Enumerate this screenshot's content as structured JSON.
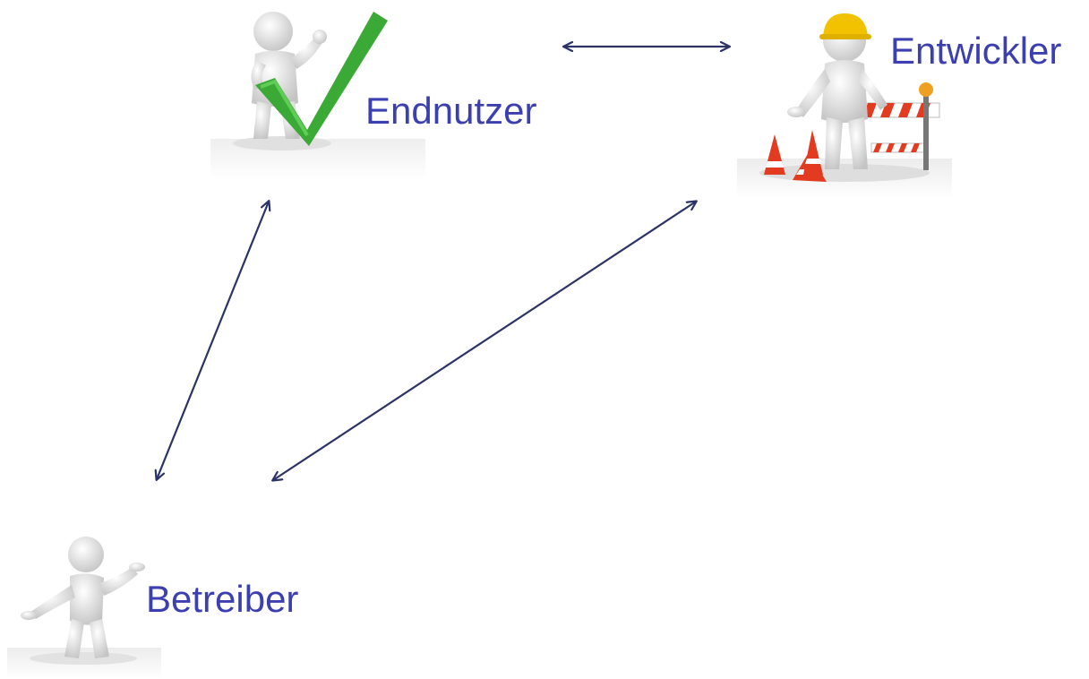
{
  "actors": {
    "endnutzer": {
      "label": "Endnutzer",
      "icon": "person-checkmark-icon"
    },
    "entwickler": {
      "label": "Entwickler",
      "icon": "construction-worker-icon"
    },
    "betreiber": {
      "label": "Betreiber",
      "icon": "person-presenting-icon"
    }
  },
  "connections": [
    {
      "from": "Endnutzer",
      "to": "Entwickler",
      "bidirectional": true
    },
    {
      "from": "Endnutzer",
      "to": "Betreiber",
      "bidirectional": true
    },
    {
      "from": "Entwickler",
      "to": "Betreiber",
      "bidirectional": true
    }
  ],
  "colors": {
    "label": "#3c3fb0",
    "arrow": "#2c3466",
    "check": "#3aa935",
    "helmet": "#f2c200",
    "cone": "#e23b1f"
  }
}
